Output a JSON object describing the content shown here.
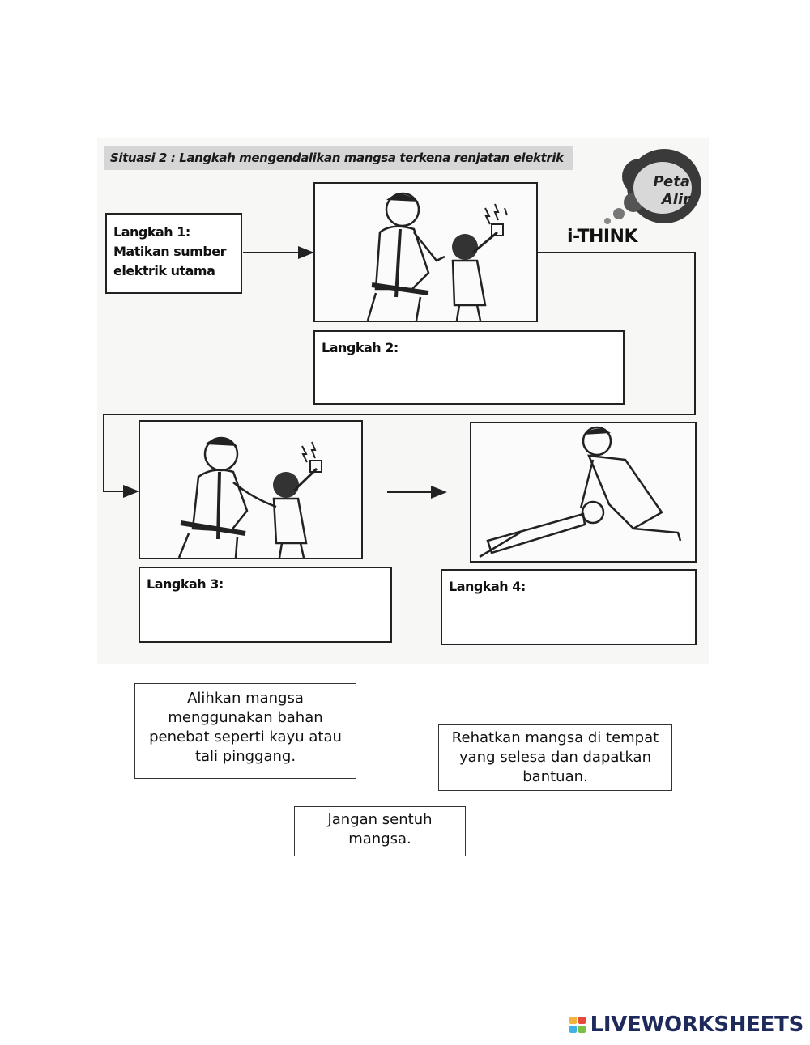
{
  "worksheet": {
    "title": "Situasi 2 : Langkah mengendalikan mangsa terkena renjatan elektrik",
    "badge": {
      "line1": "Peta",
      "line2": "Alir",
      "brand": "i-THINK"
    },
    "steps": [
      {
        "label": "Langkah 1:",
        "text_line1": "Matikan sumber",
        "text_line2": "elektrik utama"
      },
      {
        "label": "Langkah 2:"
      },
      {
        "label": "Langkah 3:"
      },
      {
        "label": "Langkah 4:"
      }
    ]
  },
  "answers": [
    {
      "text": "Alihkan mangsa menggunakan bahan penebat seperti kayu atau tali pinggang."
    },
    {
      "text": "Rehatkan mangsa di tempat yang selesa dan dapatkan bantuan."
    },
    {
      "text": "Jangan sentuh mangsa."
    }
  ],
  "footer": {
    "brand": "LIVEWORKSHEETS"
  },
  "colors": {
    "title_bar": "#d6d6d6",
    "cloud": "#444444",
    "brand": "#1d2a5b",
    "logo": [
      "#f2b33d",
      "#e8483b",
      "#3fb3e5",
      "#7ac143"
    ]
  }
}
